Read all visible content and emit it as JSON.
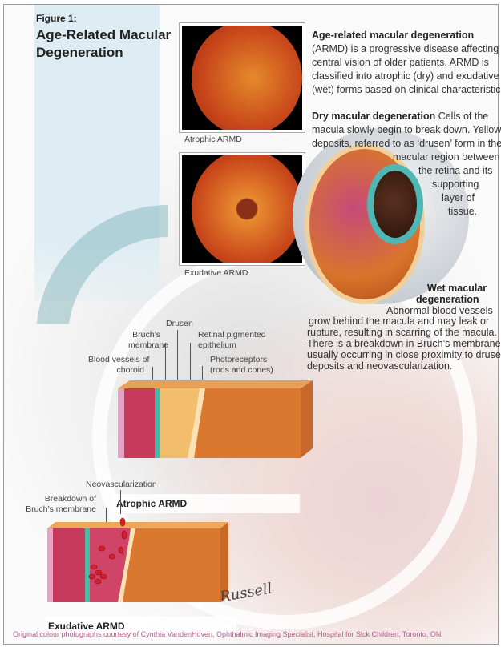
{
  "figure_label": "Figure 1:",
  "title_lines": [
    "Age-Related Macular",
    "Degeneration"
  ],
  "photos": [
    {
      "caption": "Atrophic ARMD"
    },
    {
      "caption": "Exudative ARMD"
    }
  ],
  "intro": {
    "heading": "Age-related macular degeneration",
    "lines": [
      "(ARMD) is a progressive disease affecting the",
      "central vision of older patients. ARMD is",
      "classified into atrophic (dry) and exudative",
      "(wet) forms based on clinical characteristics."
    ]
  },
  "dry": {
    "heading": "Dry macular degeneration",
    "first": " Cells of the",
    "lines": [
      "macula slowly begin to break down. Yellow",
      "deposits, referred to as ‘drusen’ form in the",
      "macular region between",
      "the retina and its",
      "supporting",
      "layer of",
      "tissue."
    ]
  },
  "wet": {
    "heading_lines": [
      "Wet macular",
      "degeneration"
    ],
    "lines": [
      "Abnormal blood vessels",
      "grow behind the macula and may leak or",
      "rupture, resulting in scarring of the macula.",
      "There is a breakdown in Bruch’s membrane,",
      "usually occurring in close proximity to drusen",
      "deposits and neovascularization."
    ]
  },
  "atrophic_diagram": {
    "title": "Atrophic ARMD",
    "labels": {
      "drusen": "Drusen",
      "bruchs": [
        "Bruch’s",
        "membrane"
      ],
      "rpe": [
        "Retinal pigmented",
        "epithelium"
      ],
      "choroid": [
        "Blood vessels of",
        "choroid"
      ],
      "photoreceptors": [
        "Photoreceptors",
        "(rods and cones)"
      ]
    }
  },
  "exudative_diagram": {
    "title": "Exudative ARMD",
    "labels": {
      "neovascularization": "Neovascularization",
      "breakdown": [
        "Breakdown of",
        "Bruch’s membrane"
      ]
    }
  },
  "signature": "Russell",
  "credit": "Original colour photographs courtesy of Cynthia VandenHoven, Ophthalmic Imaging Specialist, Hospital for Sick Children, Toronto, ON.",
  "colors": {
    "credit": "#b2608c",
    "panel": "#deedf3"
  }
}
